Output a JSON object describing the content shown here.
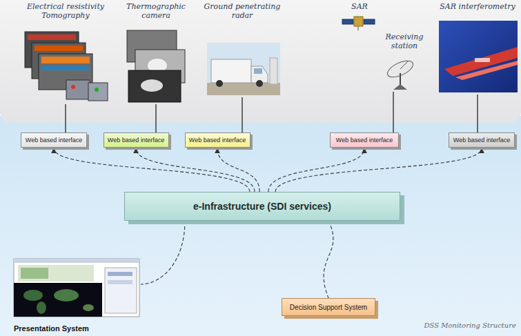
{
  "diagram": {
    "nodes": [
      {
        "text": [
          "Electrical resistivity Tomography"
        ]
      },
      {
        "text": [
          "Thermographic camera"
        ]
      },
      {
        "text": [
          "Ground penetrating radar"
        ]
      },
      {
        "text": [
          "SAR"
        ]
      },
      {
        "text": [
          "Receiving station"
        ]
      },
      {
        "text": [
          "SAR interferometry"
        ]
      },
      {
        "text": [
          "Web based interface"
        ]
      },
      {
        "text": [
          "Web based interface"
        ]
      },
      {
        "text": [
          "Web based interface"
        ]
      },
      {
        "text": [
          "Web based interface"
        ]
      },
      {
        "text": [
          "Web based interface"
        ]
      },
      {
        "text": [
          "e-Infrastructure (SDI services)"
        ]
      },
      {
        "text": [
          "Presentation System"
        ]
      },
      {
        "text": [
          "Decision Support System"
        ]
      }
    ],
    "edges": [
      {
        "from": 6,
        "to": 0,
        "arrow": "none"
      },
      {
        "from": 7,
        "to": 1,
        "arrow": "none"
      },
      {
        "from": 8,
        "to": 2,
        "arrow": "none"
      },
      {
        "from": 9,
        "to": 4,
        "arrow": "none"
      },
      {
        "from": 10,
        "to": 5,
        "arrow": "none"
      },
      {
        "from": 11,
        "to": 6,
        "arrow": "to"
      },
      {
        "from": 11,
        "to": 7,
        "arrow": "to"
      },
      {
        "from": 11,
        "to": 8,
        "arrow": "to"
      },
      {
        "from": 11,
        "to": 9,
        "arrow": "to"
      },
      {
        "from": 11,
        "to": 10,
        "arrow": "to"
      },
      {
        "from": 11,
        "to": 12,
        "arrow": "none"
      },
      {
        "from": 11,
        "to": 13,
        "arrow": "none"
      }
    ],
    "labels": [
      "DSS Monitoring Structure"
    ]
  }
}
